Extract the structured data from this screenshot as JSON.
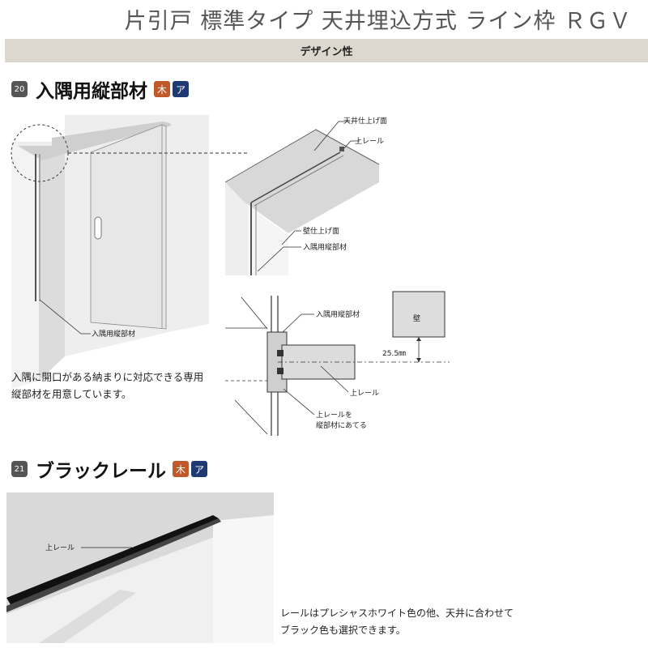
{
  "header": {
    "title": "片引戸 標準タイプ 天井埋込方式 ライン枠 ＲＧＶ",
    "band_label": "デザイン性"
  },
  "section20": {
    "number": "20",
    "title": "入隅用縦部材",
    "badge_wood": "木",
    "badge_a": "ア",
    "description_line1": "入隅に開口がある納まりに対応できる専用",
    "description_line2": "縦部材を用意しています。",
    "labels": {
      "left_vertical": "入隅用縦部材",
      "ceiling_finish": "天井仕上げ面",
      "upper_rail": "上レール",
      "wall_finish": "壁仕上げ面",
      "corner_vertical": "入隅用縦部材",
      "plan_vertical": "入隅用縦部材",
      "wall": "壁",
      "dimension": "25.5㎜",
      "plan_rail": "上レール",
      "rail_note_line1": "上レールを",
      "rail_note_line2": "縦部材にあてる"
    }
  },
  "section21": {
    "number": "21",
    "title": "ブラックレール",
    "badge_wood": "木",
    "badge_a": "ア",
    "photo_label": "上レール",
    "description_line1": "レールはプレシャスホワイト色の他、天井に合わせて",
    "description_line2": "ブラック色も選択できます。"
  }
}
